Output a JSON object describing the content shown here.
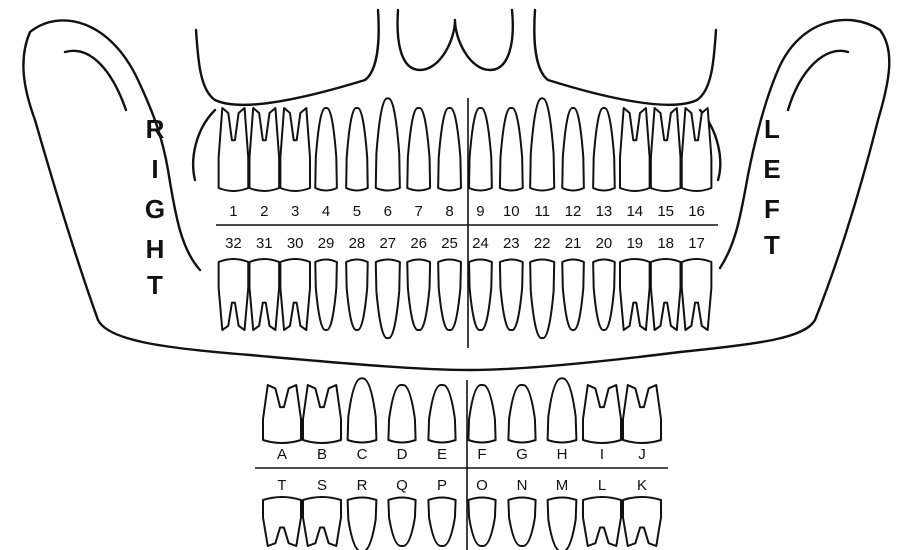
{
  "labels": {
    "right": [
      "R",
      "I",
      "G",
      "H",
      "T"
    ],
    "left": [
      "L",
      "E",
      "F",
      "T"
    ]
  },
  "permanent": {
    "upper": [
      {
        "n": "1",
        "kind": "molar"
      },
      {
        "n": "2",
        "kind": "molar"
      },
      {
        "n": "3",
        "kind": "molar"
      },
      {
        "n": "4",
        "kind": "premolar"
      },
      {
        "n": "5",
        "kind": "premolar"
      },
      {
        "n": "6",
        "kind": "canine"
      },
      {
        "n": "7",
        "kind": "incisor"
      },
      {
        "n": "8",
        "kind": "incisor"
      },
      {
        "n": "9",
        "kind": "incisor"
      },
      {
        "n": "10",
        "kind": "incisor"
      },
      {
        "n": "11",
        "kind": "canine"
      },
      {
        "n": "12",
        "kind": "premolar"
      },
      {
        "n": "13",
        "kind": "premolar"
      },
      {
        "n": "14",
        "kind": "molar"
      },
      {
        "n": "15",
        "kind": "molar"
      },
      {
        "n": "16",
        "kind": "molar"
      }
    ],
    "lower": [
      {
        "n": "32",
        "kind": "molar"
      },
      {
        "n": "31",
        "kind": "molar"
      },
      {
        "n": "30",
        "kind": "molar"
      },
      {
        "n": "29",
        "kind": "premolar"
      },
      {
        "n": "28",
        "kind": "premolar"
      },
      {
        "n": "27",
        "kind": "canine"
      },
      {
        "n": "26",
        "kind": "incisor"
      },
      {
        "n": "25",
        "kind": "incisor"
      },
      {
        "n": "24",
        "kind": "incisor"
      },
      {
        "n": "23",
        "kind": "incisor"
      },
      {
        "n": "22",
        "kind": "canine"
      },
      {
        "n": "21",
        "kind": "premolar"
      },
      {
        "n": "20",
        "kind": "premolar"
      },
      {
        "n": "19",
        "kind": "molar"
      },
      {
        "n": "18",
        "kind": "molar"
      },
      {
        "n": "17",
        "kind": "molar"
      }
    ]
  },
  "primary": {
    "upper": [
      {
        "n": "A",
        "kind": "molar"
      },
      {
        "n": "B",
        "kind": "molar"
      },
      {
        "n": "C",
        "kind": "canine"
      },
      {
        "n": "D",
        "kind": "incisor"
      },
      {
        "n": "E",
        "kind": "incisor"
      },
      {
        "n": "F",
        "kind": "incisor"
      },
      {
        "n": "G",
        "kind": "incisor"
      },
      {
        "n": "H",
        "kind": "canine"
      },
      {
        "n": "I",
        "kind": "molar"
      },
      {
        "n": "J",
        "kind": "molar"
      }
    ],
    "lower": [
      {
        "n": "T",
        "kind": "molar"
      },
      {
        "n": "S",
        "kind": "molar"
      },
      {
        "n": "R",
        "kind": "canine"
      },
      {
        "n": "Q",
        "kind": "incisor"
      },
      {
        "n": "P",
        "kind": "incisor"
      },
      {
        "n": "O",
        "kind": "incisor"
      },
      {
        "n": "N",
        "kind": "incisor"
      },
      {
        "n": "M",
        "kind": "canine"
      },
      {
        "n": "L",
        "kind": "molar"
      },
      {
        "n": "K",
        "kind": "molar"
      }
    ]
  }
}
